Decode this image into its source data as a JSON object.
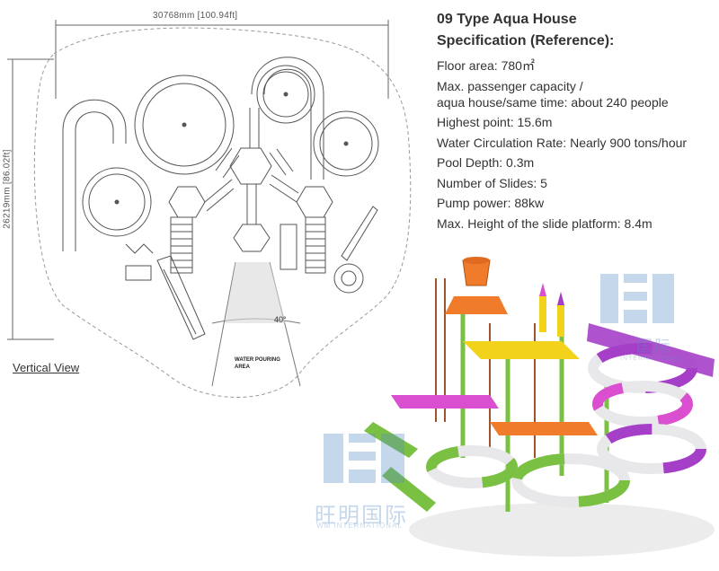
{
  "plan": {
    "width_dim": "30768mm [100.94ft]",
    "height_dim": "26219mm [86.02ft]",
    "view_label": "Vertical View",
    "pouring_area": "WATER POURING\nAREA",
    "angle": "40°"
  },
  "spec": {
    "title_line1": "09 Type Aqua House",
    "title_line2": "Specification (Reference):",
    "items": [
      "Floor area: 780㎡",
      "Max. passenger capacity /",
      "aqua house/same time: about 240 people",
      "Highest point: 15.6m",
      "Water Circulation Rate: Nearly 900 tons/hour",
      "Pool Depth: 0.3m",
      "Number of Slides: 5",
      "Pump power: 88kw",
      "Max. Height of the slide platform: 8.4m"
    ]
  },
  "watermark": {
    "chinese": "旺明国际",
    "english": "WM INTERNATIONAL",
    "chinese_small": "国际",
    "english_small": "INTERNATIONAL"
  },
  "colors": {
    "green": "#7ac143",
    "purple": "#a63fc8",
    "magenta": "#d94fd0",
    "orange": "#f07b2a",
    "yellow": "#f2d21a",
    "white_slide": "#e8e8ea",
    "watermark_blue": "#5a8fc7"
  }
}
